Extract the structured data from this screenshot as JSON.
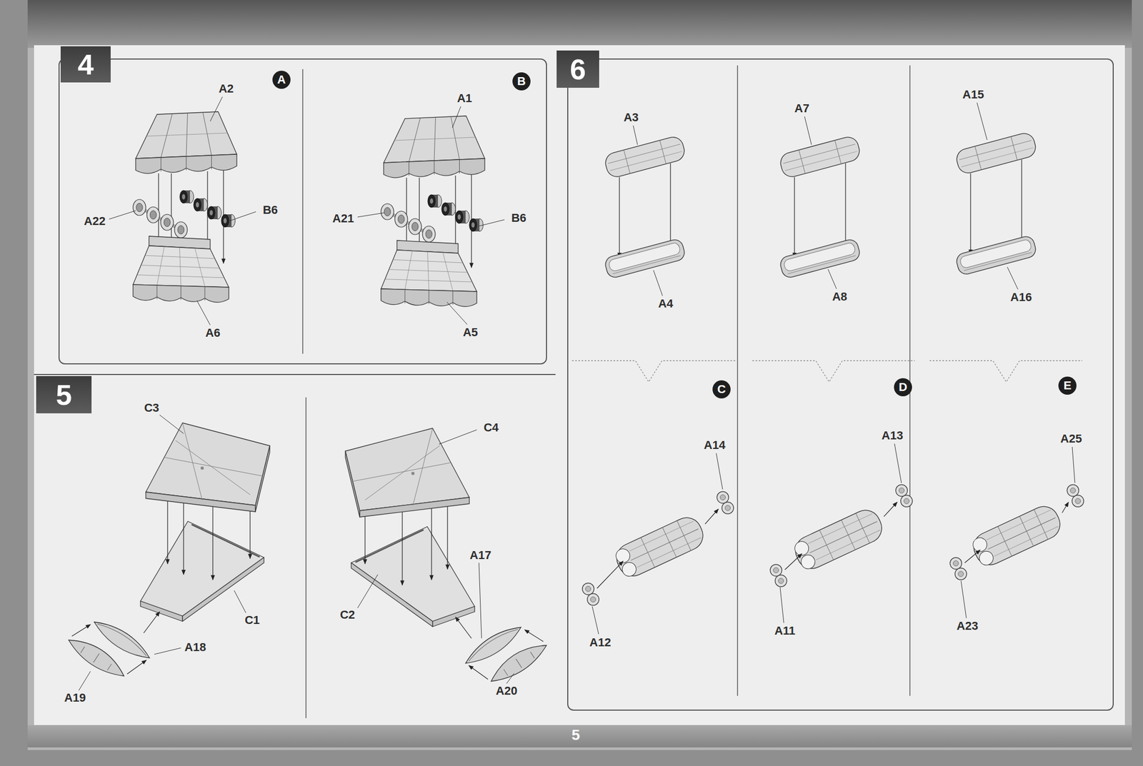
{
  "diagram": {
    "nodes": [
      {
        "text": [
          "4"
        ]
      },
      {
        "text": [
          "A"
        ],
        "in": 0
      },
      {
        "text": [
          "B"
        ],
        "in": 0
      },
      {
        "text": [
          "5"
        ]
      },
      {
        "text": [
          "6"
        ]
      },
      {
        "text": [
          "C"
        ],
        "in": 4
      },
      {
        "text": [
          "D"
        ],
        "in": 4
      },
      {
        "text": [
          "E"
        ],
        "in": 4
      }
    ],
    "labels": [
      "A2",
      "A22",
      "B6",
      "A6",
      "A1",
      "A21",
      "B6",
      "A5",
      "C3",
      "C1",
      "A18",
      "A19",
      "C4",
      "A17",
      "C2",
      "A20",
      "A3",
      "A4",
      "A7",
      "A8",
      "A15",
      "A16",
      "A14",
      "A12",
      "A13",
      "A11",
      "A25",
      "A23",
      "5"
    ]
  }
}
